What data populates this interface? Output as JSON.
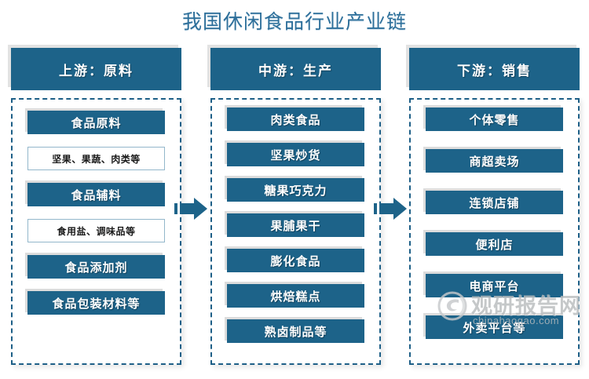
{
  "title": "我国休闲食品行业产业链",
  "colors": {
    "brand_blue": "#1d6389",
    "title_blue": "#2d6f9a",
    "outline_border": "#93b7cb",
    "dashed_border": "#1d5f87",
    "shadow_gray": "#dcdcdc",
    "watermark_gray": "#b9bcbe",
    "background": "#ffffff"
  },
  "columns": [
    {
      "id": "upstream",
      "header": "上游：原料",
      "items": [
        {
          "label": "食品原料",
          "style": "filled"
        },
        {
          "label": "坚果、果蔬、肉类等",
          "style": "outline"
        },
        {
          "label": "食品辅料",
          "style": "filled"
        },
        {
          "label": "食用盐、调味品等",
          "style": "outline"
        },
        {
          "label": "食品添加剂",
          "style": "filled"
        },
        {
          "label": "食品包装材料等",
          "style": "filled"
        }
      ]
    },
    {
      "id": "midstream",
      "header": "中游：生产",
      "items": [
        {
          "label": "肉类食品",
          "style": "filled"
        },
        {
          "label": "坚果炒货",
          "style": "filled"
        },
        {
          "label": "糖果巧克力",
          "style": "filled"
        },
        {
          "label": "果脯果干",
          "style": "filled"
        },
        {
          "label": "膨化食品",
          "style": "filled"
        },
        {
          "label": "烘焙糕点",
          "style": "filled"
        },
        {
          "label": "熟卤制品等",
          "style": "filled"
        }
      ]
    },
    {
      "id": "downstream",
      "header": "下游：销售",
      "items": [
        {
          "label": "个体零售",
          "style": "filled"
        },
        {
          "label": "商超卖场",
          "style": "filled"
        },
        {
          "label": "连锁店铺",
          "style": "filled"
        },
        {
          "label": "便利店",
          "style": "filled"
        },
        {
          "label": "电商平台",
          "style": "filled"
        },
        {
          "label": "外卖平台等",
          "style": "filled"
        }
      ]
    }
  ],
  "arrows": [
    {
      "id": "upstream-to-midstream",
      "direction": "right"
    },
    {
      "id": "midstream-to-downstream",
      "direction": "right"
    }
  ],
  "watermark": {
    "text": "观研报告网",
    "url": "chinahaogao.com"
  }
}
